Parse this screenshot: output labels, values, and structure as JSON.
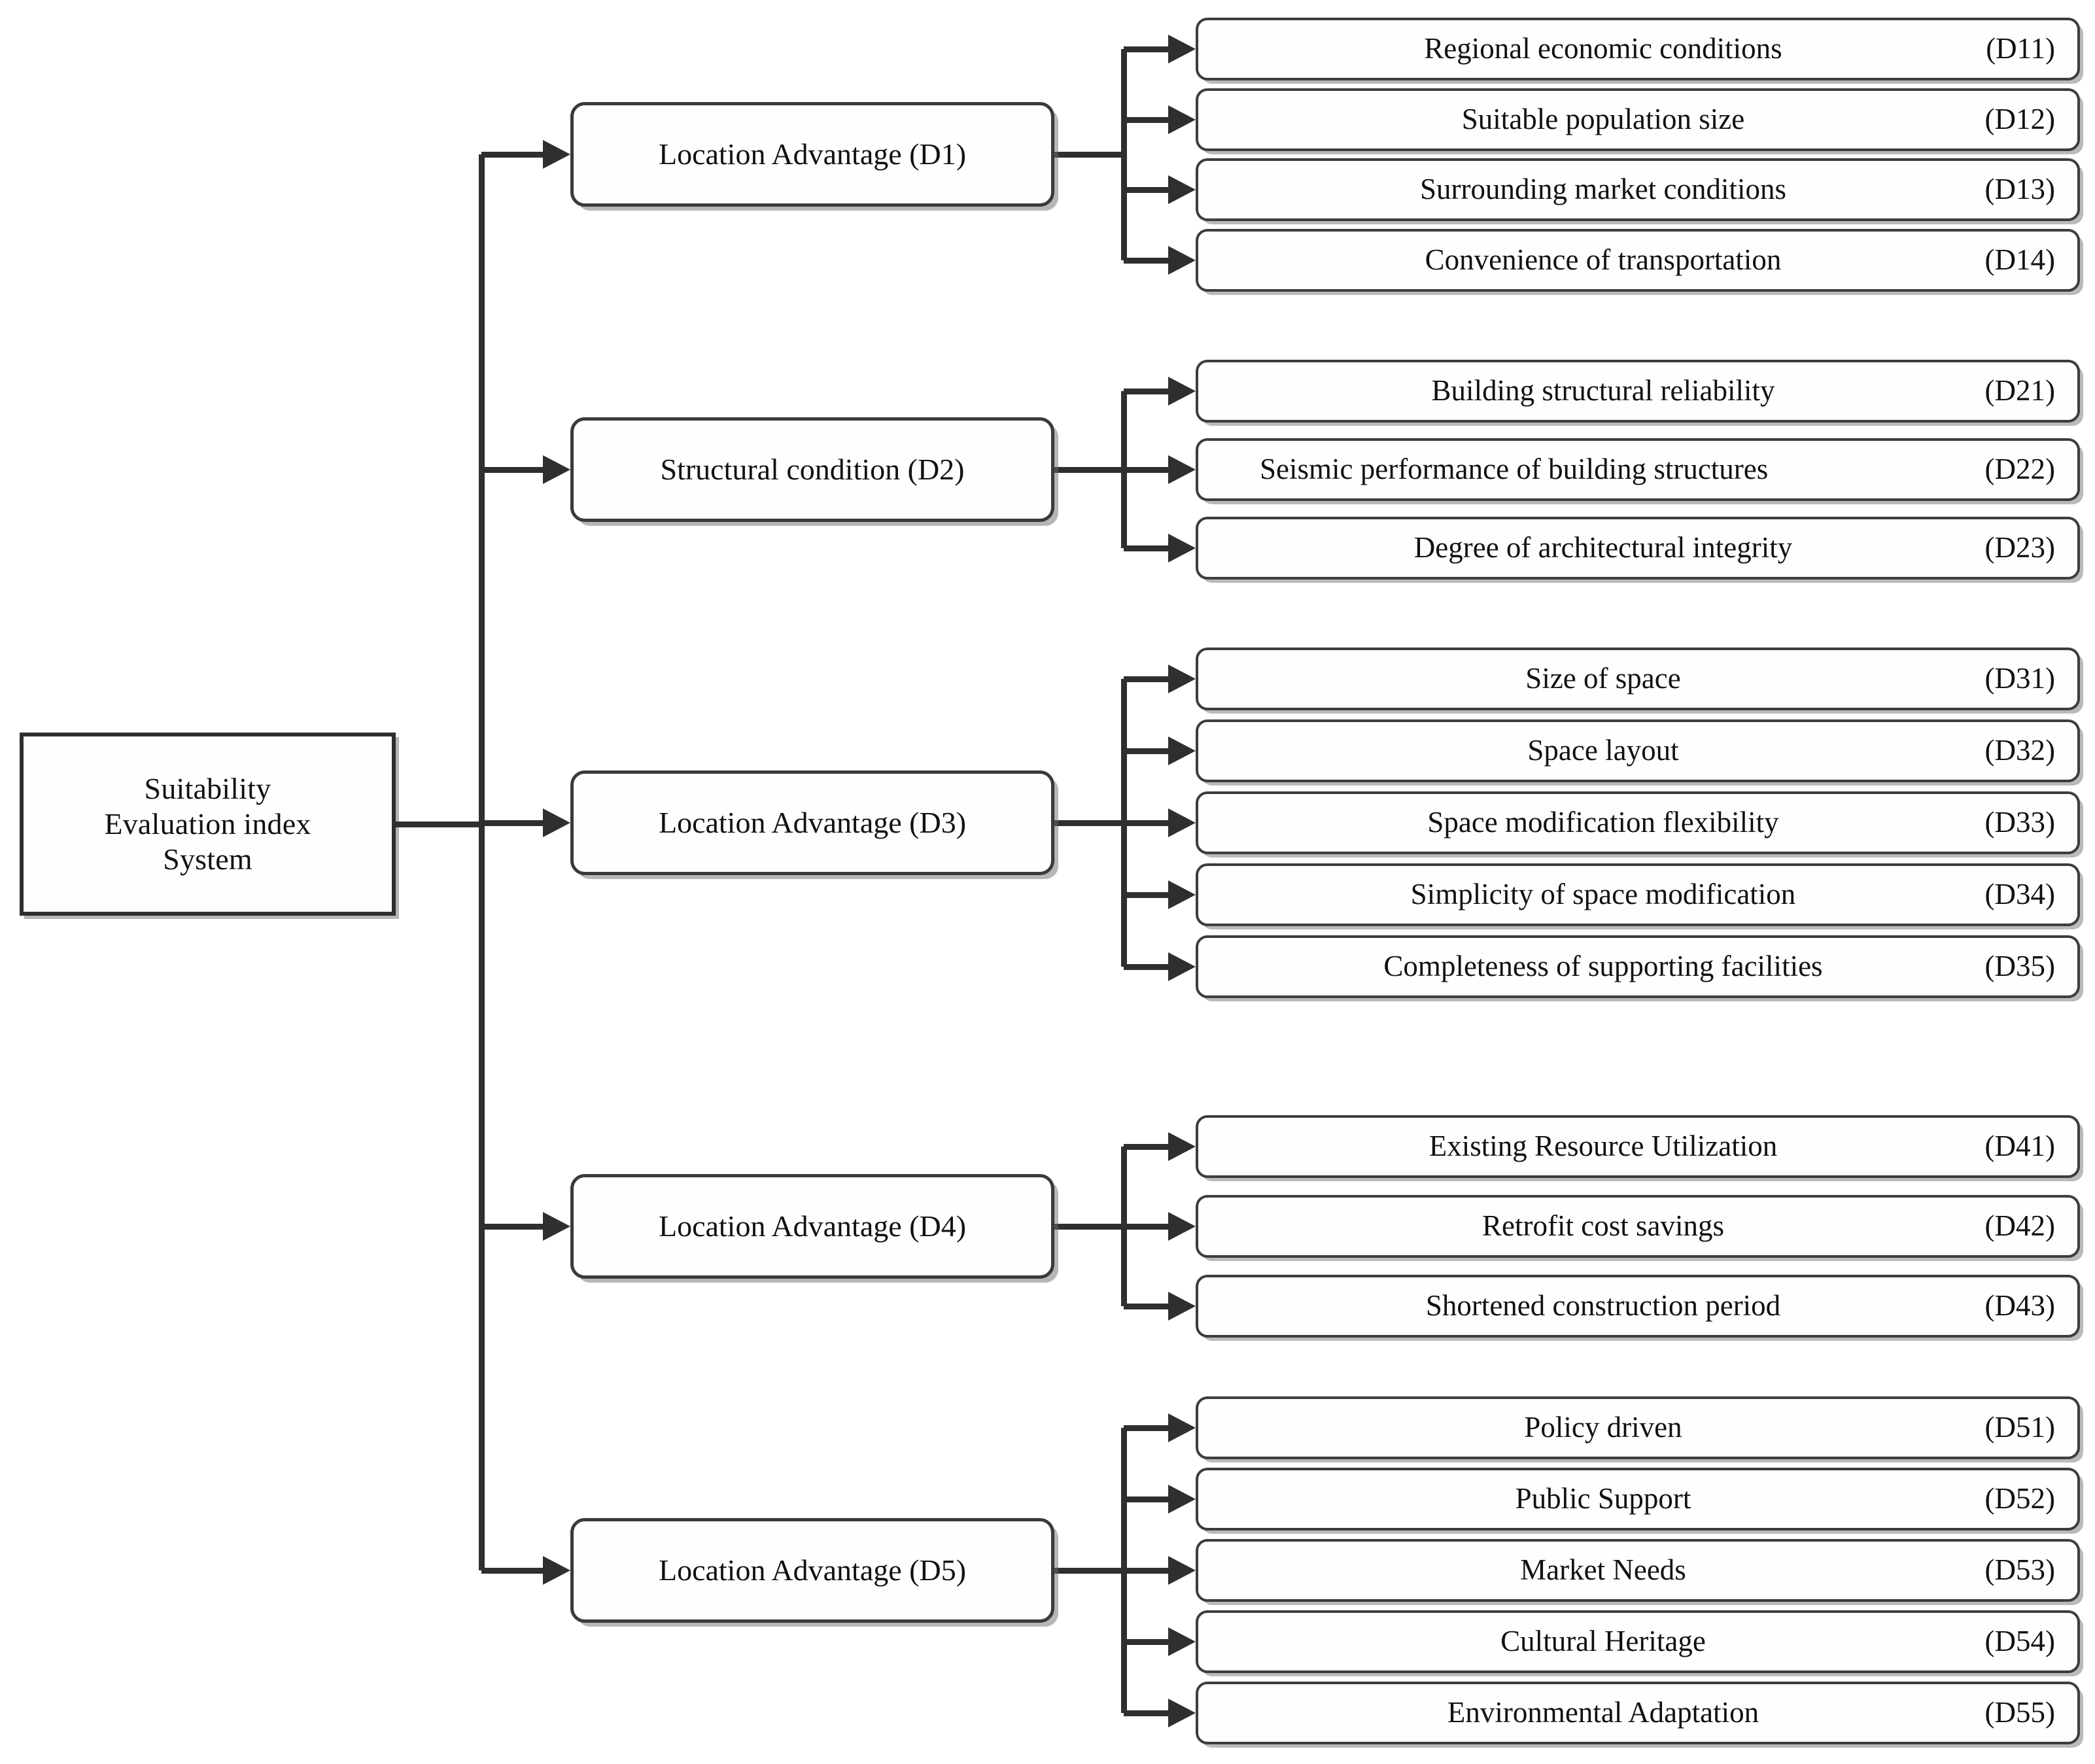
{
  "diagram": {
    "root": {
      "line1": "Suitability",
      "line2": "Evaluation index",
      "line3": "System"
    },
    "groups": [
      {
        "id": "D1",
        "label": "Location Advantage (D1)",
        "children": [
          {
            "label": "Regional economic conditions",
            "code": "(D11)"
          },
          {
            "label": "Suitable population size",
            "code": "(D12)"
          },
          {
            "label": "Surrounding market conditions",
            "code": "(D13)"
          },
          {
            "label": "Convenience of transportation",
            "code": "(D14)"
          }
        ]
      },
      {
        "id": "D2",
        "label": "Structural condition (D2)",
        "children": [
          {
            "label": "Building structural reliability",
            "code": "(D21)"
          },
          {
            "label": "Seismic performance of building structures",
            "code": "(D22)",
            "tight": true
          },
          {
            "label": "Degree of architectural integrity",
            "code": "(D23)"
          }
        ]
      },
      {
        "id": "D3",
        "label": "Location Advantage (D3)",
        "children": [
          {
            "label": "Size of space",
            "code": "(D31)"
          },
          {
            "label": "Space layout",
            "code": "(D32)"
          },
          {
            "label": "Space modification flexibility",
            "code": "(D33)"
          },
          {
            "label": "Simplicity of space modification",
            "code": "(D34)"
          },
          {
            "label": "Completeness of supporting facilities",
            "code": "(D35)"
          }
        ]
      },
      {
        "id": "D4",
        "label": "Location Advantage (D4)",
        "children": [
          {
            "label": "Existing Resource Utilization",
            "code": "(D41)"
          },
          {
            "label": "Retrofit cost savings",
            "code": "(D42)"
          },
          {
            "label": "Shortened construction period",
            "code": "(D43)"
          }
        ]
      },
      {
        "id": "D5",
        "label": "Location Advantage (D5)",
        "children": [
          {
            "label": "Policy driven",
            "code": "(D51)"
          },
          {
            "label": "Public Support",
            "code": "(D52)"
          },
          {
            "label": "Market Needs",
            "code": "(D53)"
          },
          {
            "label": "Cultural Heritage",
            "code": "(D54)"
          },
          {
            "label": "Environmental Adaptation",
            "code": "(D55)"
          }
        ]
      }
    ],
    "colors": {
      "line": "#2f2f2f",
      "border": "#3a3a3a",
      "text": "#111111",
      "background": "#ffffff"
    }
  }
}
